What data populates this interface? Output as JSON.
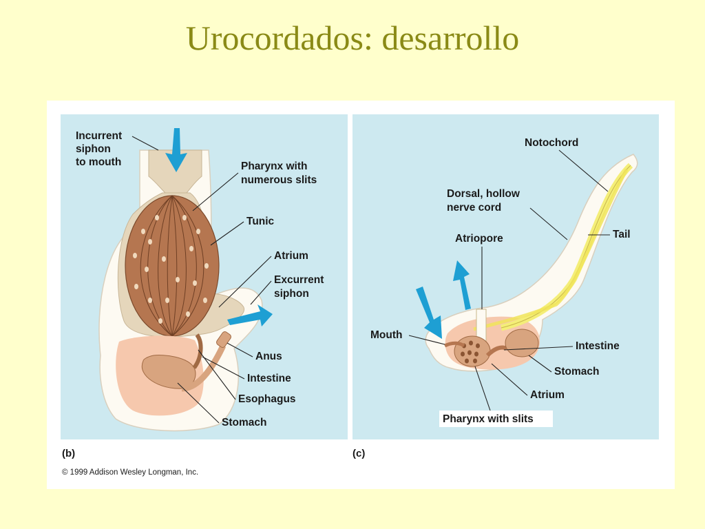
{
  "slide": {
    "title": "Urocordados: desarrollo"
  },
  "colors": {
    "background": "#ffffcc",
    "title": "#8a8a16",
    "panel": "#cde9f0",
    "tunic": "#fdfaf2",
    "body_tan": "#e5d6bb",
    "organ_brown": "#b57650",
    "organ_light": "#d8a47f",
    "pink": "#f6c8ad",
    "notochord": "#f4ee78",
    "arrow": "#1e9fd3"
  },
  "panel_b": {
    "letter": "(b)",
    "labels": {
      "incurrent_line1": "Incurrent",
      "incurrent_line2": "siphon",
      "incurrent_line3": "to mouth",
      "pharynx_line1": "Pharynx with",
      "pharynx_line2": "numerous slits",
      "tunic": "Tunic",
      "atrium": "Atrium",
      "excurrent_line1": "Excurrent",
      "excurrent_line2": "siphon",
      "anus": "Anus",
      "intestine": "Intestine",
      "esophagus": "Esophagus",
      "stomach": "Stomach"
    }
  },
  "panel_c": {
    "letter": "(c)",
    "labels": {
      "notochord": "Notochord",
      "dorsal_line1": "Dorsal, hollow",
      "dorsal_line2": "nerve cord",
      "atriopore": "Atriopore",
      "tail": "Tail",
      "mouth": "Mouth",
      "intestine": "Intestine",
      "stomach": "Stomach",
      "atrium": "Atrium",
      "pharynx_slits": "Pharynx with slits"
    }
  },
  "copyright": "© 1999 Addison Wesley Longman, Inc."
}
